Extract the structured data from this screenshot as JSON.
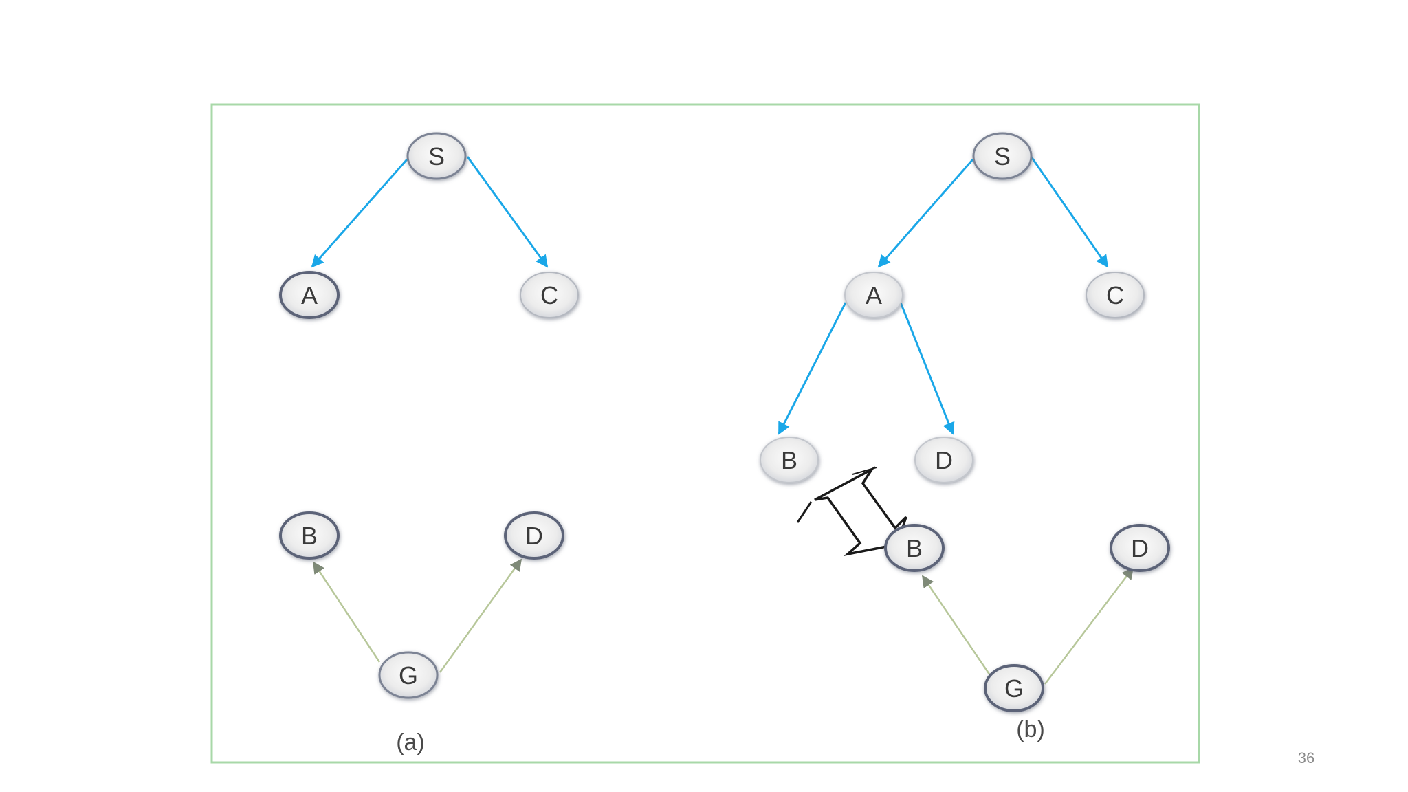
{
  "panel_a": {
    "caption": "(a)",
    "nodes": {
      "S": "S",
      "A": "A",
      "C": "C",
      "B": "B",
      "D": "D",
      "G": "G"
    }
  },
  "panel_b": {
    "caption": "(b)",
    "nodes": {
      "S": "S",
      "A": "A",
      "C": "C",
      "B_top": "B",
      "D_top": "D",
      "B_bottom": "B",
      "D_bottom": "D",
      "G": "G"
    }
  },
  "colors": {
    "frame": "#a8d8a8",
    "forward_edge": "#1aa7e8",
    "backward_edge": "#b7c79a",
    "backward_arrowhead": "#7f8a78",
    "node_fill": "#eeeeee",
    "node_stroke": "#7b8394"
  },
  "page_number": "36"
}
